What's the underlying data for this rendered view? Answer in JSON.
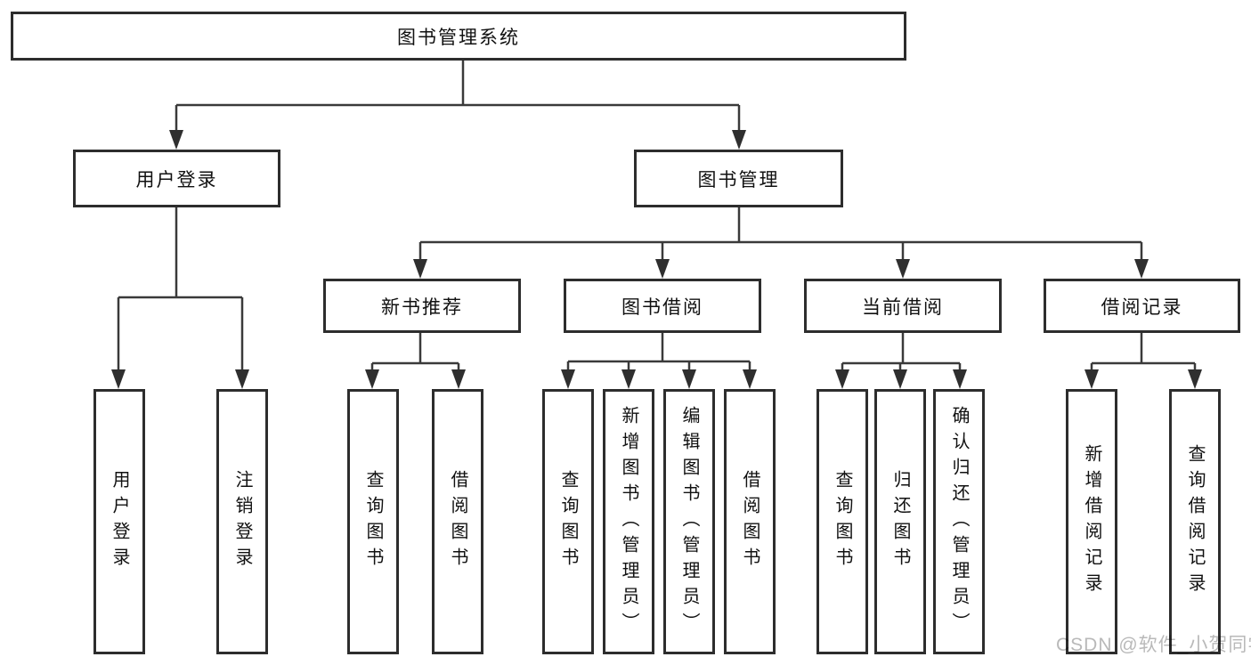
{
  "diagram": {
    "type": "tree-diagram",
    "root": {
      "label": "图书管理系统"
    },
    "branches": [
      {
        "label": "用户登录",
        "children": [
          {
            "label": "用户登录"
          },
          {
            "label": "注销登录"
          }
        ]
      },
      {
        "label": "图书管理",
        "children": [
          {
            "label": "新书推荐",
            "children": [
              {
                "label": "查询图书"
              },
              {
                "label": "借阅图书"
              }
            ]
          },
          {
            "label": "图书借阅",
            "children": [
              {
                "label": "查询图书"
              },
              {
                "label": "新增图书（管理员）"
              },
              {
                "label": "编辑图书（管理员）"
              },
              {
                "label": "借阅图书"
              }
            ]
          },
          {
            "label": "当前借阅",
            "children": [
              {
                "label": "查询图书"
              },
              {
                "label": "归还图书"
              },
              {
                "label": "确认归还（管理员）"
              }
            ]
          },
          {
            "label": "借阅记录",
            "children": [
              {
                "label": "新增借阅记录"
              },
              {
                "label": "查询借阅记录"
              }
            ]
          }
        ]
      }
    ]
  },
  "watermark": {
    "text": "CSDN @软件_小贺同学"
  },
  "colors": {
    "line": "#3a3a3a",
    "arrow": "#2f2f2f",
    "box_border": "#2d2d2d",
    "box_fill": "#ffffff",
    "text": "#111111",
    "watermark": "#b9b9b9"
  }
}
